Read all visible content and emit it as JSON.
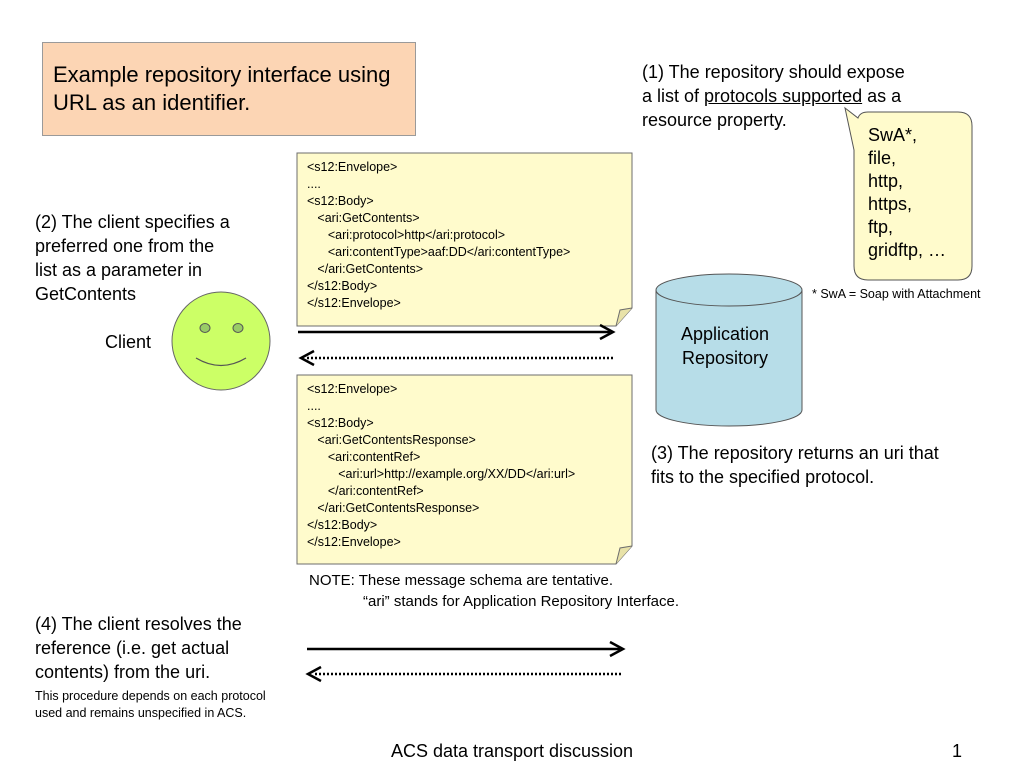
{
  "title": "Example repository interface using URL as an identifier.",
  "step1": {
    "line1": "(1) The repository should expose",
    "line2_pre": "a list of ",
    "line2_link": "protocols supported",
    "line2_post": " as a",
    "line3": "resource property."
  },
  "protocols": [
    "SwA*,",
    "file,",
    "http,",
    "https,",
    "ftp,",
    "gridftp, …"
  ],
  "swa_note": "* SwA = Soap with Attachment",
  "step2": [
    "(2) The client specifies a",
    "preferred one from the",
    "list as a parameter in",
    "GetContents"
  ],
  "client_label": "Client",
  "request_xml": [
    "<s12:Envelope>",
    "....",
    "<s12:Body>",
    "   <ari:GetContents>",
    "      <ari:protocol>http</ari:protocol>",
    "      <ari:contentType>aaf:DD</ari:contentType>",
    "   </ari:GetContents>",
    "</s12:Body>",
    "</s12:Envelope>"
  ],
  "response_xml": [
    "<s12:Envelope>",
    "....",
    "<s12:Body>",
    "   <ari:GetContentsResponse>",
    "      <ari:contentRef>",
    "         <ari:url>http://example.org/XX/DD</ari:url>",
    "      </ari:contentRef>",
    "   </ari:GetContentsResponse>",
    "</s12:Body>",
    "</s12:Envelope>"
  ],
  "repository_label": [
    "Application",
    "Repository"
  ],
  "step3": [
    "(3) The repository returns an uri that",
    "fits to the specified protocol."
  ],
  "note_lines": [
    "NOTE: These message schema are tentative.",
    "“ari” stands for Application Repository Interface."
  ],
  "step4": [
    "(4) The client resolves the",
    "reference (i.e. get actual",
    "contents) from the uri."
  ],
  "step4_small": [
    "This procedure depends on each protocol",
    "used and remains unspecified in ACS."
  ],
  "footer_title": "ACS data transport discussion",
  "page_number": "1",
  "colors": {
    "title_bg": "#fcd5b4",
    "note_bg": "#fffbcc",
    "face_fill": "#ccff66",
    "cylinder_fill": "#b7dde8"
  }
}
